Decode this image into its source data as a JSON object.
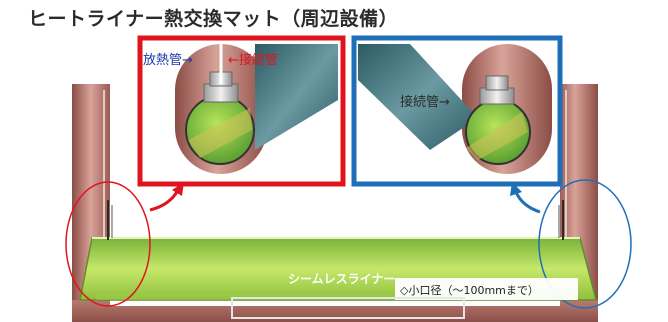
{
  "title": "ヒートライナー熱交換マット（周辺設備）",
  "left_inset": {
    "label_radiator": "放熱管→",
    "label_connector": "←接続管",
    "border_color": "#e0141e"
  },
  "right_inset": {
    "label_connector": "接続管→",
    "border_color": "#1e6fb8"
  },
  "liner_label": "シームレスライナー",
  "note_label": "◇小口径（〜100mmまで）",
  "colors": {
    "pipe": "#c98d84",
    "pipe_dark": "#8a4f48",
    "liner": "#a9d84a",
    "bend_pipe": "#3f6f78"
  }
}
